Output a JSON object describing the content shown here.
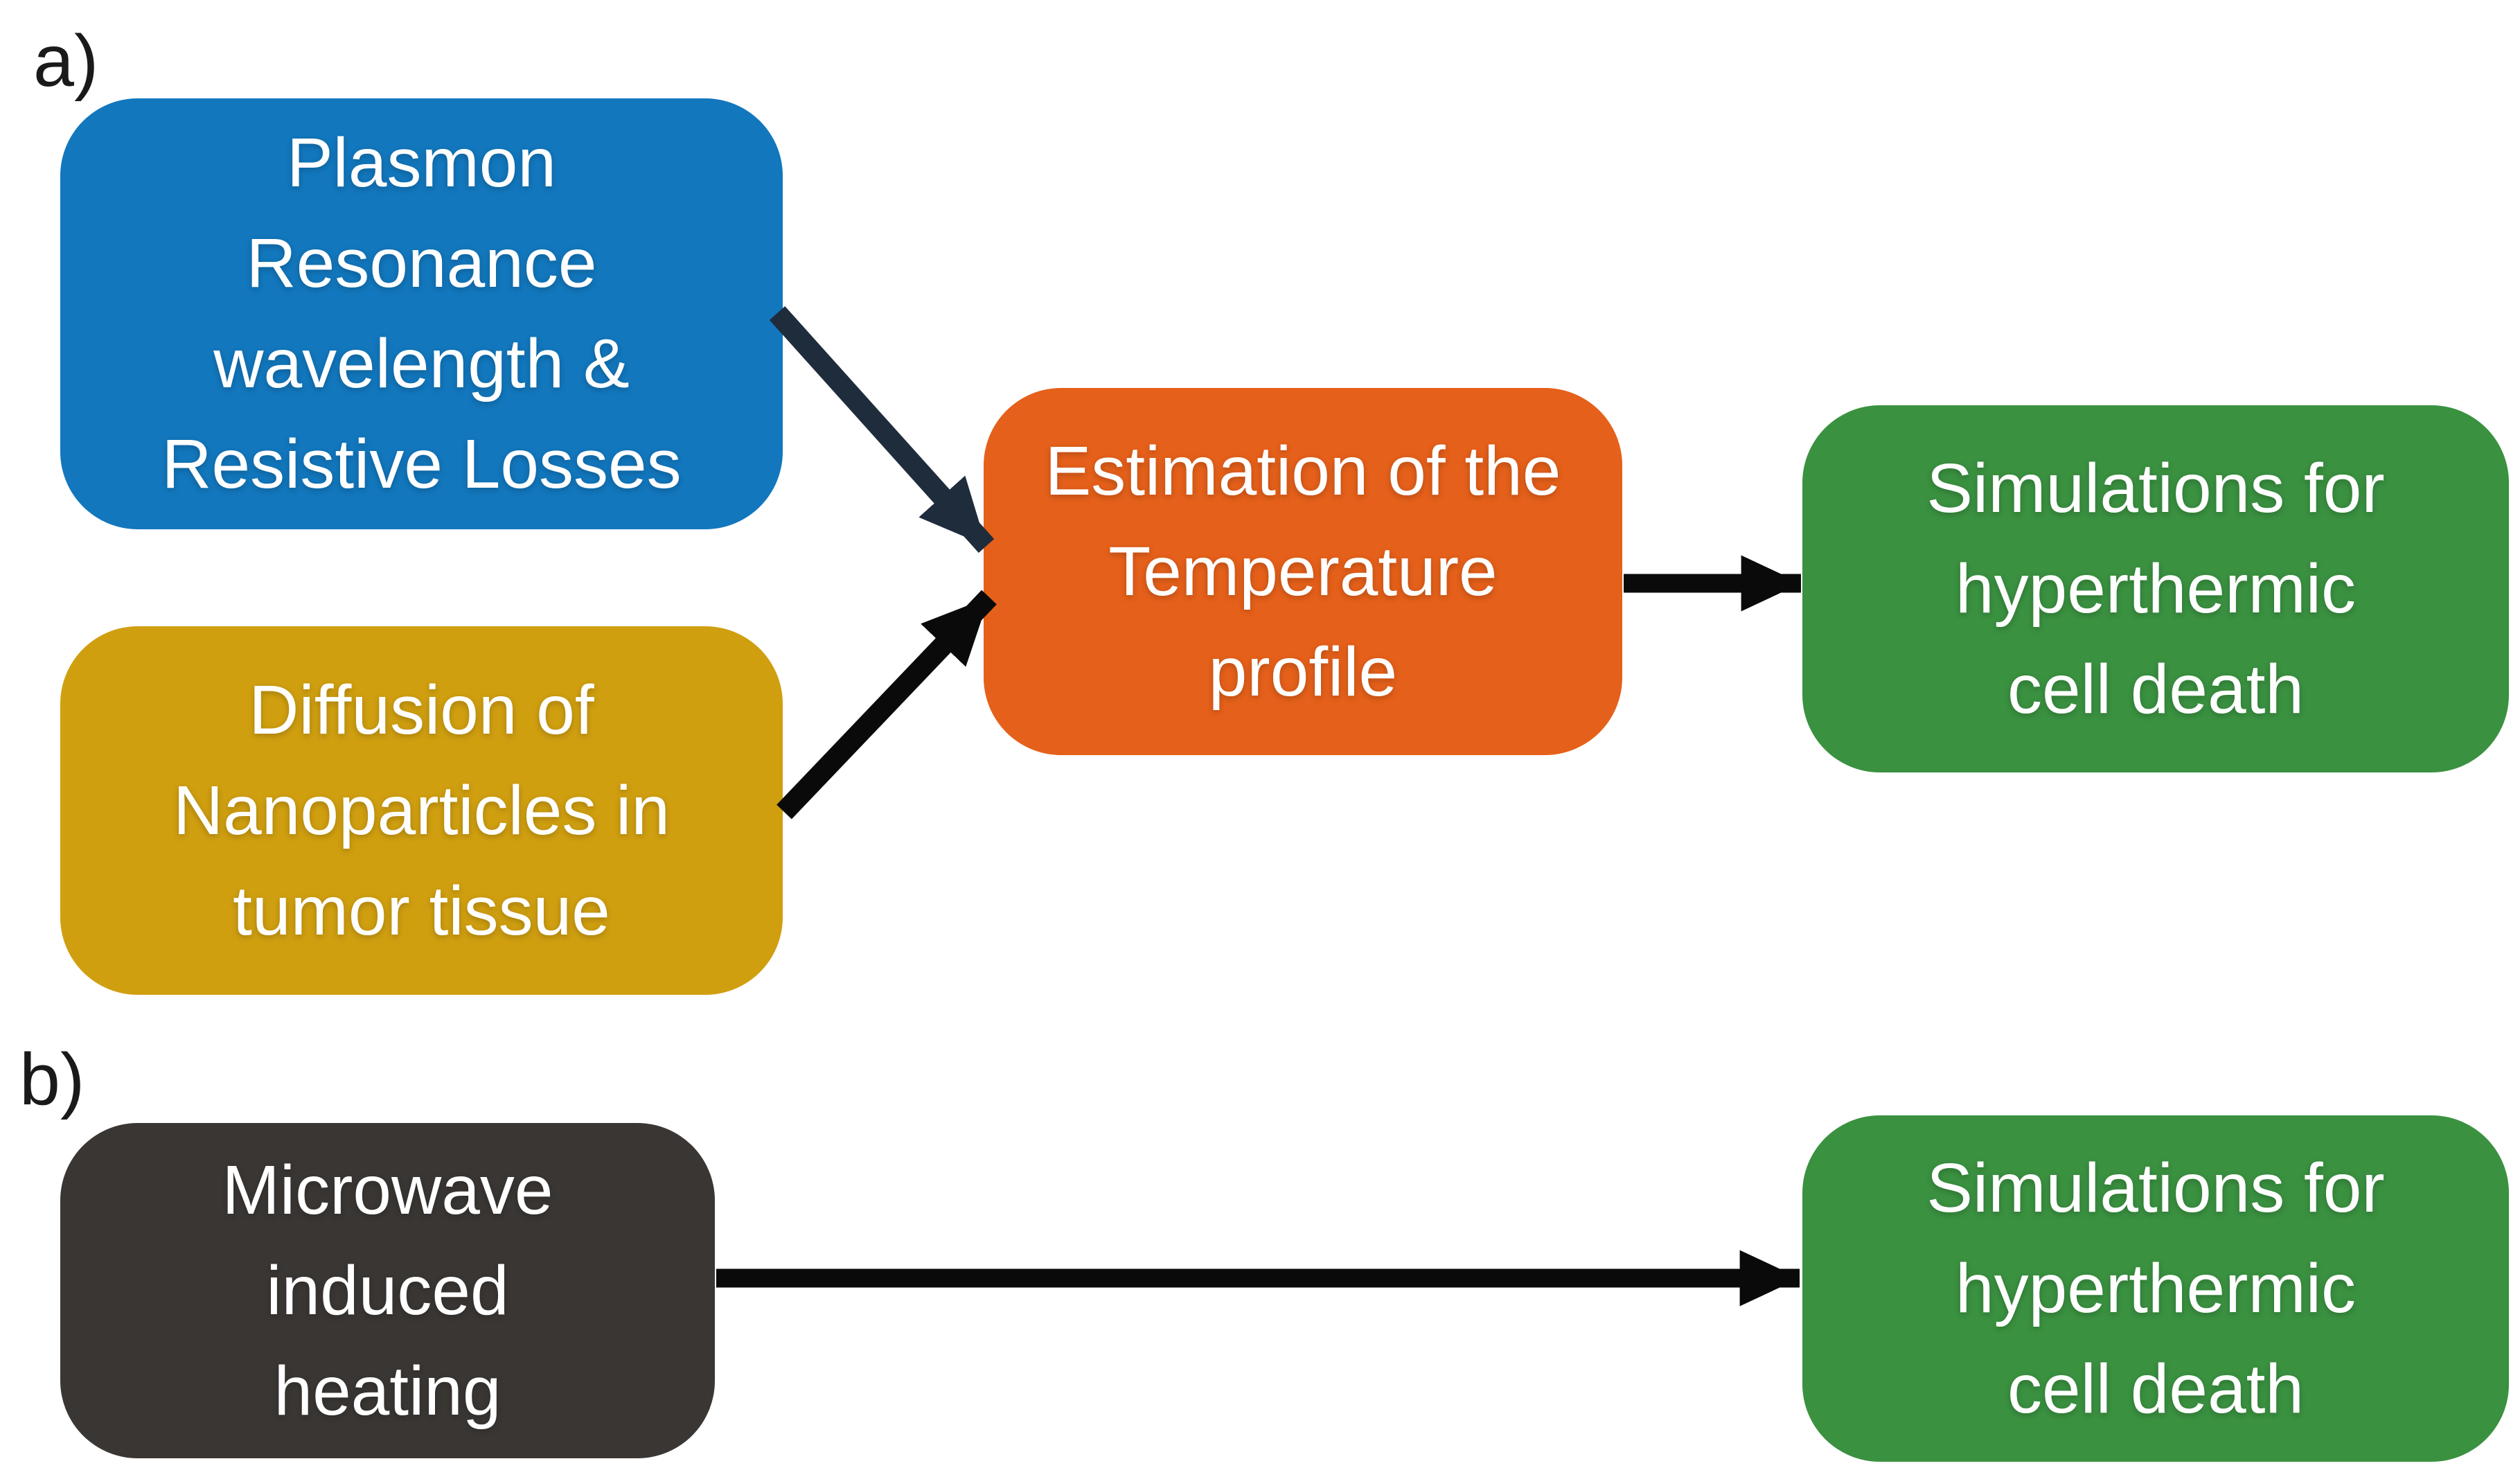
{
  "figure": {
    "type": "flowchart",
    "panels": {
      "a": {
        "label": "a)",
        "nodes": {
          "plasmon": {
            "lines": [
              "Plasmon",
              "Resonance",
              "wavelength &",
              "Resistive Losses"
            ]
          },
          "diffusion": {
            "lines": [
              "Diffusion of",
              "Nanoparticles in",
              "tumor tissue"
            ]
          },
          "estimation": {
            "lines": [
              "Estimation of the",
              "Temperature",
              "profile"
            ]
          },
          "simulations": {
            "lines": [
              "Simulations for",
              "hyperthermic",
              "cell death"
            ]
          }
        },
        "arrows": [
          {
            "from": "plasmon",
            "to": "estimation",
            "color_key": "arrow_dark"
          },
          {
            "from": "diffusion",
            "to": "estimation",
            "color_key": "arrow_black"
          },
          {
            "from": "estimation",
            "to": "simulations",
            "color_key": "arrow_black"
          }
        ]
      },
      "b": {
        "label": "b)",
        "nodes": {
          "microwave": {
            "lines": [
              "Microwave",
              "induced",
              "heating"
            ]
          },
          "simulations": {
            "lines": [
              "Simulations for",
              "hyperthermic",
              "cell death"
            ]
          }
        },
        "arrows": [
          {
            "from": "microwave",
            "to": "simulations",
            "color_key": "arrow_black"
          }
        ]
      }
    }
  },
  "colors": {
    "blue": "#1277bd",
    "gold": "#d09f10",
    "orange": "#e5601a",
    "green": "#3a9140",
    "gray": "#3a3633",
    "arrow_dark": "#1f2c3c",
    "arrow_black": "#0a0a0a",
    "text_light": "#ffffff",
    "label_dark": "#1a1a1a",
    "background": "#ffffff"
  }
}
